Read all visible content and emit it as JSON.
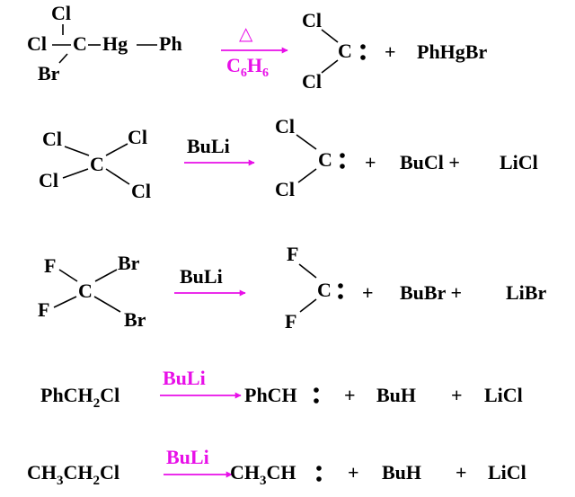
{
  "colors": {
    "text": "#000000",
    "reagent": "#e80fe8",
    "background": "#ffffff"
  },
  "reactions": [
    {
      "id": "r1",
      "reactant": {
        "cl_top": "Cl",
        "cl_left": "Cl",
        "c": "C",
        "br": "Br",
        "hg": "Hg",
        "ph": "Ph"
      },
      "above_arrow": "△",
      "below_arrow": {
        "base": "C",
        "sub1": "6",
        "mid": "H",
        "sub2": "6"
      },
      "carbene": {
        "x_top": "Cl",
        "x_bottom": "Cl",
        "c": "C"
      },
      "plus": "+",
      "by_products": [
        "PhHgBr"
      ]
    },
    {
      "id": "r2",
      "reactant": {
        "cl1": "Cl",
        "cl2": "Cl",
        "cl3": "Cl",
        "cl4": "Cl",
        "c": "C"
      },
      "above_arrow": "BuLi",
      "carbene": {
        "x_top": "Cl",
        "x_bottom": "Cl",
        "c": "C"
      },
      "plus": "+",
      "by_products": [
        "BuCl +",
        "LiCl"
      ]
    },
    {
      "id": "r3",
      "reactant": {
        "f1": "F",
        "f2": "F",
        "br1": "Br",
        "br2": "Br",
        "c": "C"
      },
      "above_arrow": "BuLi",
      "carbene": {
        "x_top": "F",
        "x_bottom": "F",
        "c": "C"
      },
      "plus": "+",
      "by_products": [
        "BuBr +",
        "LiBr"
      ]
    },
    {
      "id": "r4",
      "reactant": {
        "a": "PhCH",
        "sub": "2",
        "b": "Cl"
      },
      "above_arrow": "BuLi",
      "product": "PhCH",
      "plus1": "+",
      "by_product1": "BuH",
      "plus2": "+",
      "by_product2": "LiCl"
    },
    {
      "id": "r5",
      "reactant": {
        "a": "CH",
        "sub1": "3",
        "b": "CH",
        "sub2": "2",
        "c": "Cl"
      },
      "above_arrow": "BuLi",
      "product": {
        "a": "CH",
        "sub": "3",
        "b": "CH"
      },
      "plus1": "+",
      "by_product1": "BuH",
      "plus2": "+",
      "by_product2": "LiCl"
    }
  ]
}
